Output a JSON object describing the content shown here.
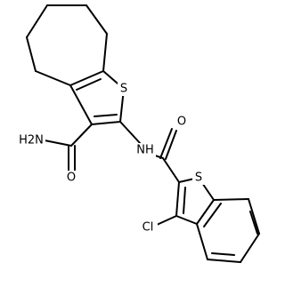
{
  "molecule": {
    "atoms": {
      "s_thiophene": "S",
      "s_benzothiophene": "S",
      "amide_n": "NH",
      "amine": "H2N",
      "o_carboxamide": "O",
      "o_amide": "O",
      "cl": "Cl"
    }
  }
}
